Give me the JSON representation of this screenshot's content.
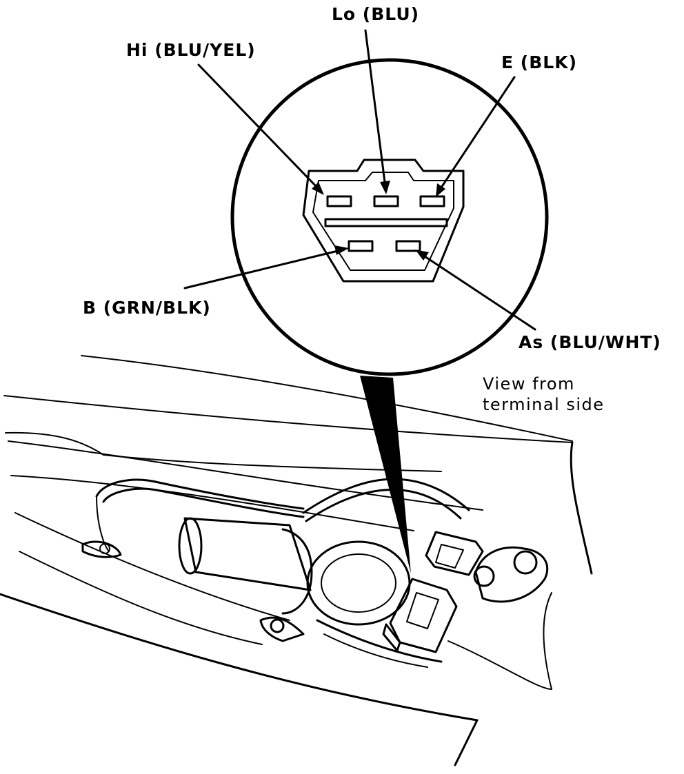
{
  "labels": {
    "lo": "Lo (BLU)",
    "hi": "Hi (BLU/YEL)",
    "e": "E (BLK)",
    "b": "B (GRN/BLK)",
    "as": "As (BLU/WHT)"
  },
  "note": {
    "line1": "View from",
    "line2": "terminal side"
  }
}
